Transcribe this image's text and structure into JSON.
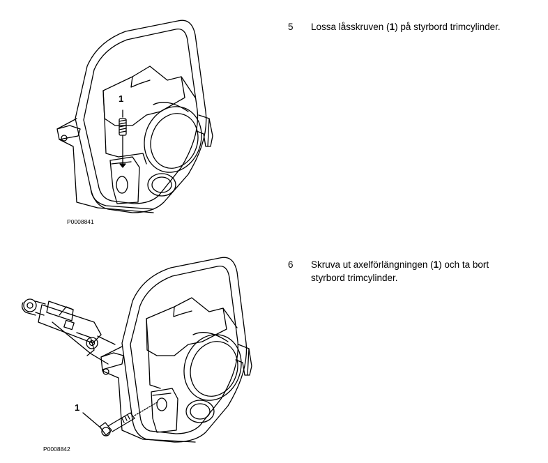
{
  "steps": [
    {
      "number": "5",
      "text_before": "Lossa låsskruven (",
      "ref": "1",
      "text_after": ") på styrbord trimcylinder.",
      "figure": {
        "code": "P0008841",
        "callout": "1"
      }
    },
    {
      "number": "6",
      "text_before": "Skruva ut axelförlängningen (",
      "ref": "1",
      "text_after": ") och ta bort styrbord trimcylinder.",
      "figure": {
        "code": "P0008842",
        "callout": "1"
      }
    }
  ],
  "colors": {
    "ink": "#000000",
    "paper": "#ffffff"
  }
}
